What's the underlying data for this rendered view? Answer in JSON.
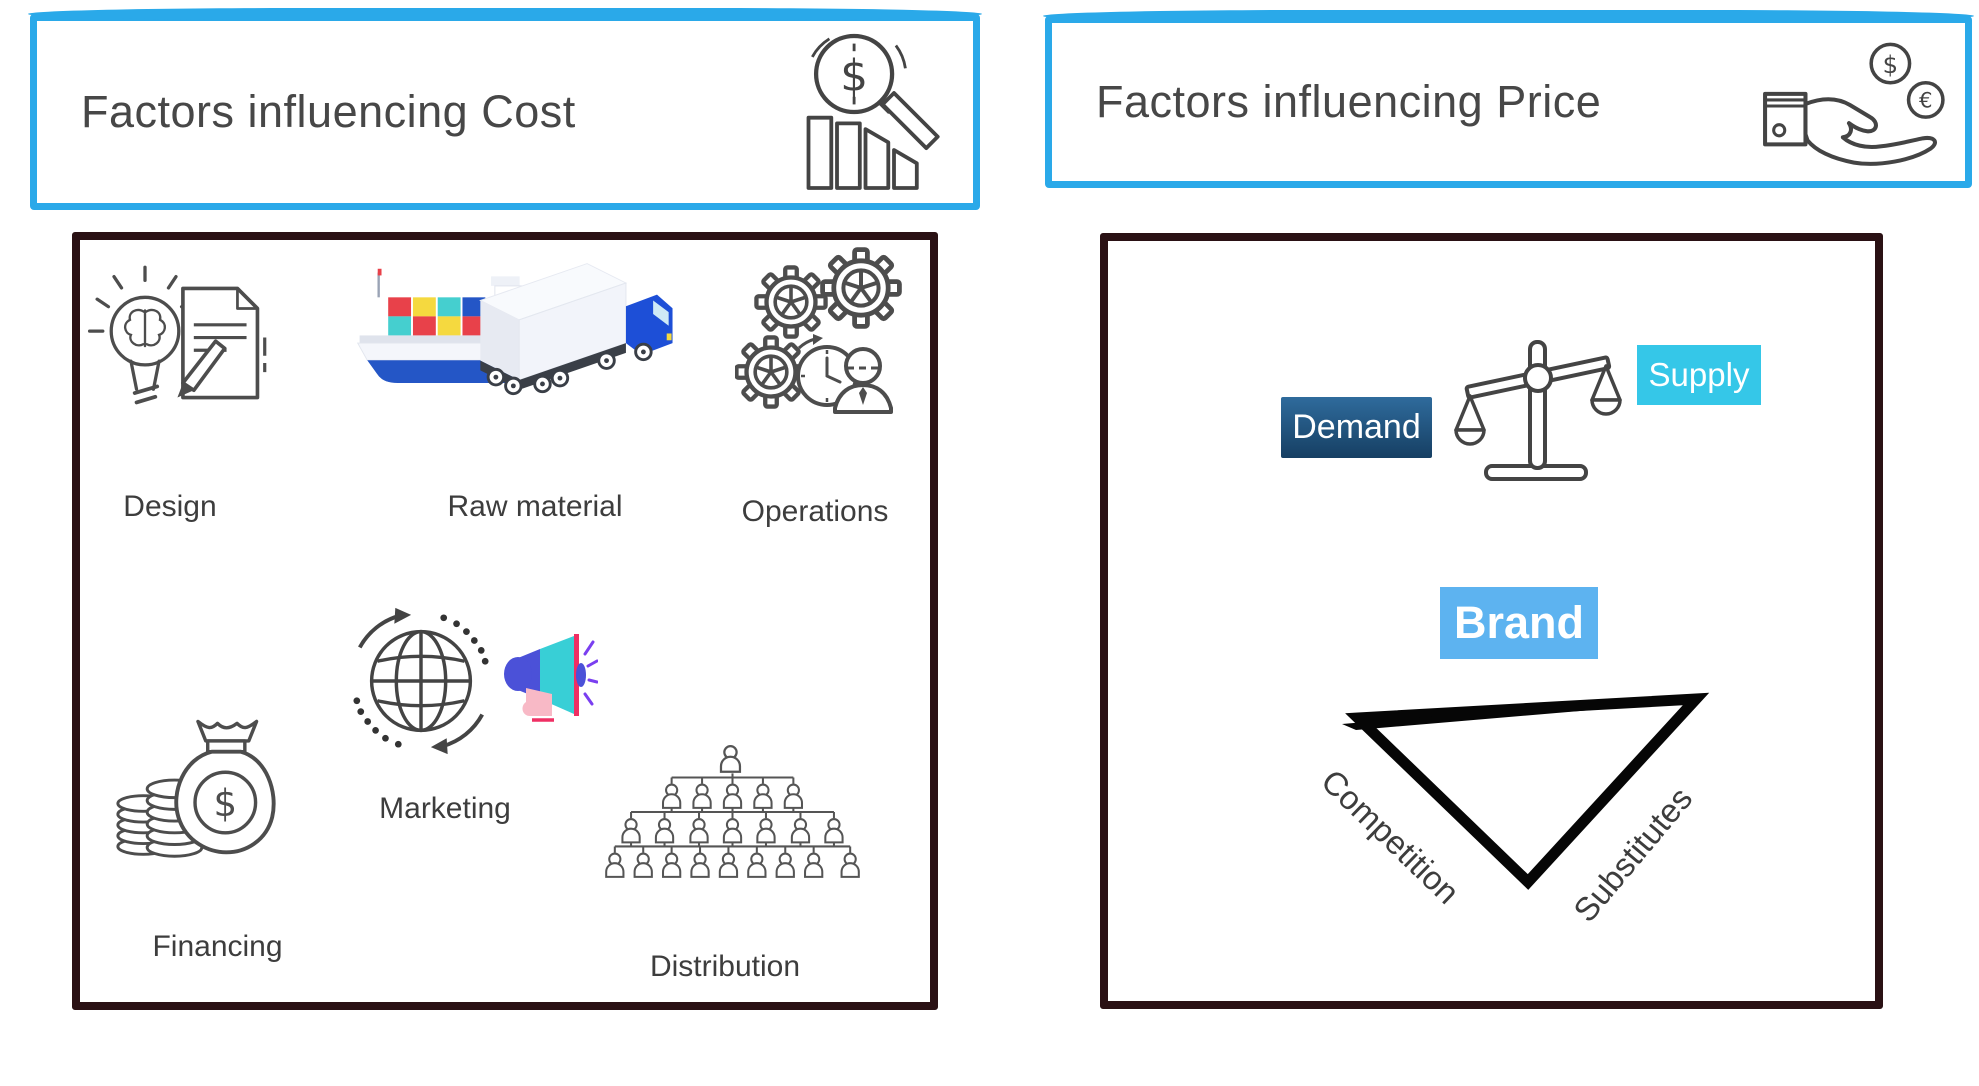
{
  "headers": {
    "cost": {
      "title": "Factors influencing Cost"
    },
    "price": {
      "title": "Factors influencing Price"
    }
  },
  "cost_factors": {
    "design": "Design",
    "raw_material": "Raw material",
    "operations": "Operations",
    "financing": "Financing",
    "marketing": "Marketing",
    "distribution": "Distribution"
  },
  "price_factors": {
    "demand": "Demand",
    "supply": "Supply",
    "brand": "Brand",
    "competition": "Competition",
    "substitutes": "Substitutes"
  },
  "currency": {
    "dollar": "$",
    "euro": "€"
  },
  "colors": {
    "accent_blue": "#2aa9e9",
    "panel_border": "#2a1114",
    "title_text": "#474747",
    "label_text": "#3d3d3d",
    "icon_stroke": "#4d4d4d",
    "demand_top": "#2f6b9c",
    "demand_bottom": "#163f63",
    "supply_bg": "#35c7e8",
    "brand_bg": "#5db3f0",
    "triangle_black": "#060606",
    "ship_blue": "#2456c6",
    "container_red": "#e8414a",
    "container_yellow": "#f5d93f",
    "container_teal": "#45cfcf",
    "truck_cab_blue": "#1d4fd7",
    "megaphone_teal": "#38cfd6",
    "megaphone_blue": "#4b51d8",
    "megaphone_pink": "#f8b9c6",
    "megaphone_red": "#ef2f63",
    "ray_purple": "#7a3ff0"
  }
}
